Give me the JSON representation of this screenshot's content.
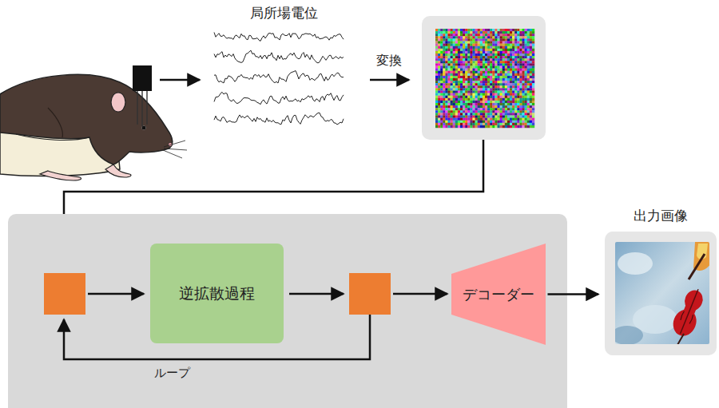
{
  "diagram": {
    "nodes": [
      {
        "text": [
          "逆拡散過程"
        ]
      },
      {
        "text": [
          "デコーダー"
        ]
      },
      {
        "text": [
          "出力画像"
        ]
      }
    ],
    "edges": [
      {
        "from": 1,
        "to": 2,
        "arrow": "to"
      }
    ],
    "labels": [
      "局所場電位",
      "変換",
      "ループ"
    ]
  }
}
